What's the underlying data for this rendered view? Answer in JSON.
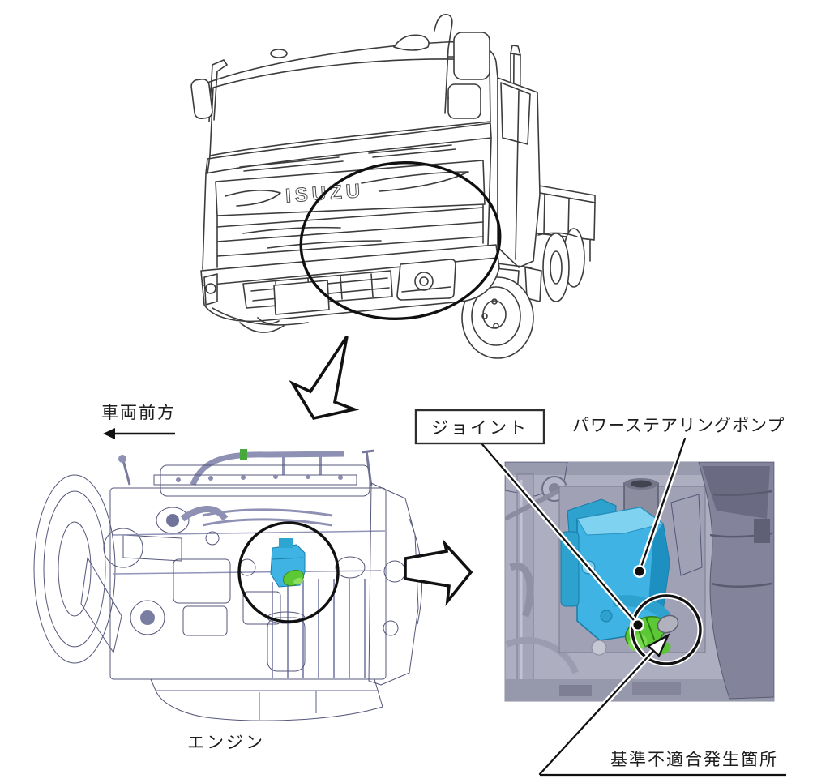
{
  "figure": {
    "type": "vehicle-recall-location-diagram",
    "truck": {
      "logo": "ISUZU"
    },
    "labels": {
      "vehicle_front": "車両前方",
      "joint": "ジョイント",
      "power_steering_pump": "パワーステアリングポンプ",
      "engine": "エンジン",
      "nonconformity_location": "基準不適合発生箇所"
    },
    "colors": {
      "pump_highlight": "#3fb4e4",
      "pump_highlight_dark": "#2ea2cf",
      "joint_highlight": "#5cc836",
      "engine_cad_body": "#b3b5d3",
      "detail_background": "#adaec0",
      "annotation": "#111111"
    }
  }
}
